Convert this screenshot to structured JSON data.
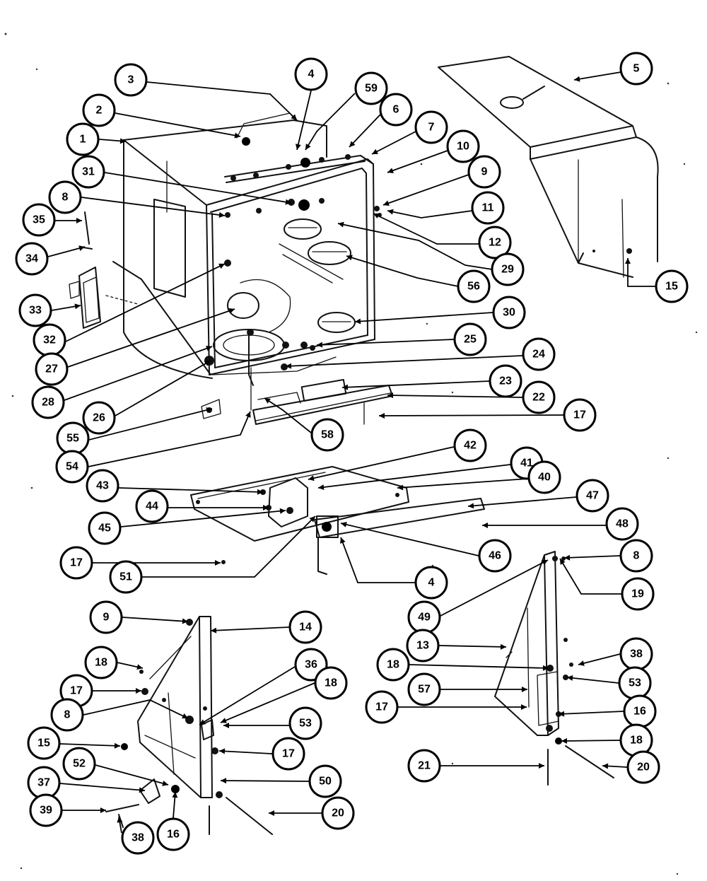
{
  "callouts": [
    {
      "label": "1"
    },
    {
      "label": "2"
    },
    {
      "label": "3"
    },
    {
      "label": "4"
    },
    {
      "label": "59"
    },
    {
      "label": "6"
    },
    {
      "label": "7"
    },
    {
      "label": "5"
    },
    {
      "label": "10"
    },
    {
      "label": "9"
    },
    {
      "label": "11"
    },
    {
      "label": "12"
    },
    {
      "label": "31"
    },
    {
      "label": "8"
    },
    {
      "label": "35"
    },
    {
      "label": "34"
    },
    {
      "label": "33"
    },
    {
      "label": "32"
    },
    {
      "label": "27"
    },
    {
      "label": "28"
    },
    {
      "label": "26"
    },
    {
      "label": "55"
    },
    {
      "label": "54"
    },
    {
      "label": "29"
    },
    {
      "label": "56"
    },
    {
      "label": "15"
    },
    {
      "label": "30"
    },
    {
      "label": "25"
    },
    {
      "label": "24"
    },
    {
      "label": "23"
    },
    {
      "label": "22"
    },
    {
      "label": "17"
    },
    {
      "label": "58"
    },
    {
      "label": "42"
    },
    {
      "label": "41"
    },
    {
      "label": "40"
    },
    {
      "label": "43"
    },
    {
      "label": "44"
    },
    {
      "label": "45"
    },
    {
      "label": "47"
    },
    {
      "label": "48"
    },
    {
      "label": "46"
    },
    {
      "label": "17"
    },
    {
      "label": "51"
    },
    {
      "label": "4"
    },
    {
      "label": "8"
    },
    {
      "label": "19"
    },
    {
      "label": "49"
    },
    {
      "label": "9"
    },
    {
      "label": "14"
    },
    {
      "label": "18"
    },
    {
      "label": "36"
    },
    {
      "label": "17"
    },
    {
      "label": "18"
    },
    {
      "label": "8"
    },
    {
      "label": "53"
    },
    {
      "label": "15"
    },
    {
      "label": "17"
    },
    {
      "label": "52"
    },
    {
      "label": "50"
    },
    {
      "label": "37"
    },
    {
      "label": "39"
    },
    {
      "label": "20"
    },
    {
      "label": "38"
    },
    {
      "label": "16"
    },
    {
      "label": "13"
    },
    {
      "label": "38"
    },
    {
      "label": "18"
    },
    {
      "label": "53"
    },
    {
      "label": "57"
    },
    {
      "label": "17"
    },
    {
      "label": "16"
    },
    {
      "label": "18"
    },
    {
      "label": "21"
    },
    {
      "label": "20"
    }
  ]
}
